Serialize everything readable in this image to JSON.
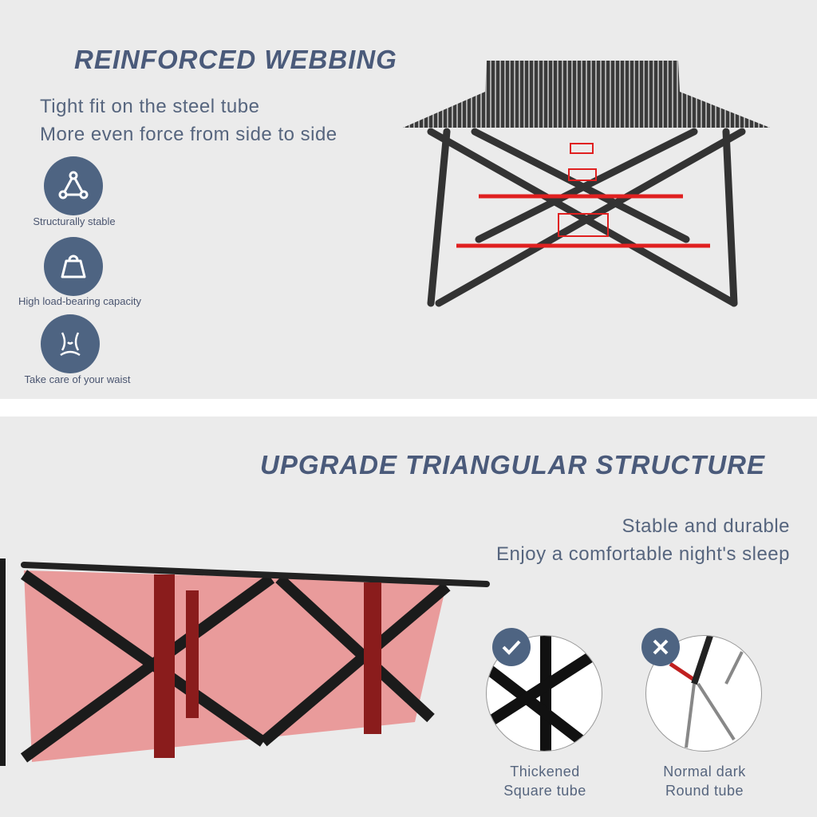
{
  "section1": {
    "title": "REINFORCED WEBBING",
    "lines": [
      "Tight fit on the steel tube",
      "More even force from side to side"
    ],
    "features": [
      {
        "icon": "triangle-nodes-icon",
        "label": "Structurally stable"
      },
      {
        "icon": "weight-icon",
        "label": "High load-bearing capacity"
      },
      {
        "icon": "waist-icon",
        "label": "Take care of your waist"
      }
    ]
  },
  "section2": {
    "title": "UPGRADE TRIANGULAR STRUCTURE",
    "lines": [
      "Stable and durable",
      "Enjoy a comfortable night's sleep"
    ],
    "compare": [
      {
        "icon": "check-icon",
        "line1": "Thickened",
        "line2": "Square tube"
      },
      {
        "icon": "cross-icon",
        "line1": "Normal dark",
        "line2": "Round tube"
      }
    ]
  },
  "colors": {
    "accent": "#4e6482",
    "highlight": "#e02020"
  }
}
